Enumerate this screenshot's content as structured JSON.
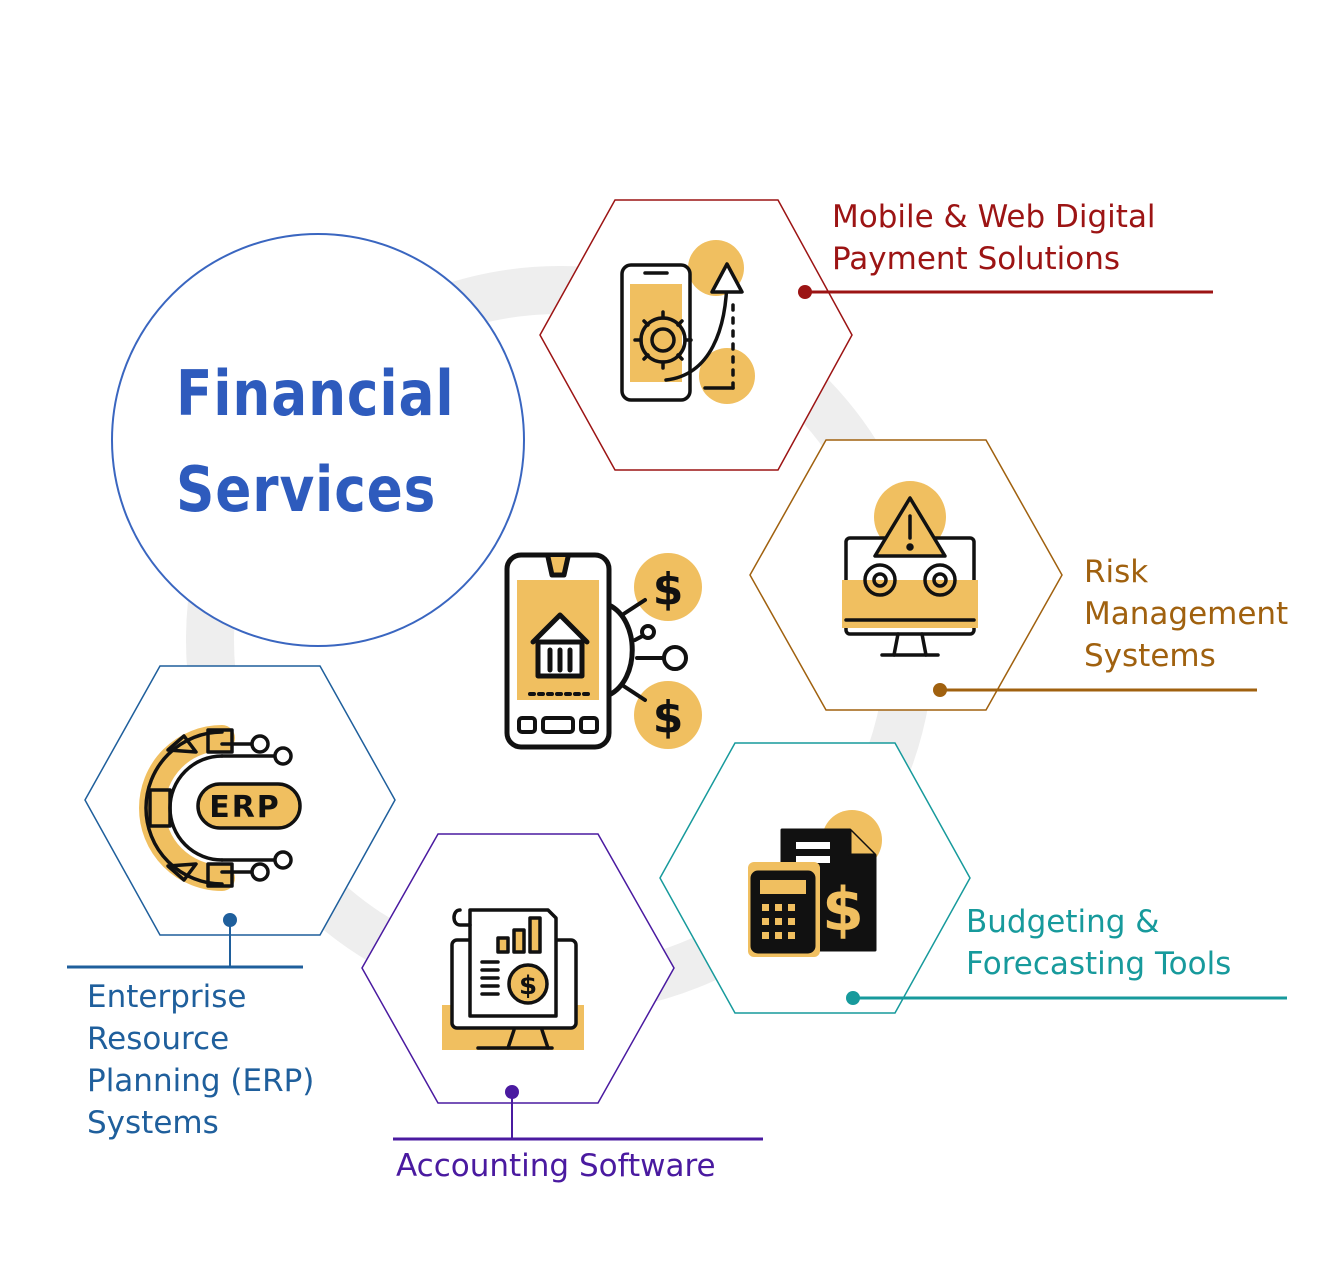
{
  "center": {
    "line1": "Financial",
    "line2": "Services"
  },
  "services": {
    "mobile": {
      "line1": "Mobile & Web Digital",
      "line2": "Payment Solutions",
      "icon": "mobile-payment-icon",
      "color": "#9c1414"
    },
    "risk": {
      "line1": "Risk",
      "line2": "Management",
      "line3": "Systems",
      "icon": "risk-monitor-icon",
      "color": "#a0610f"
    },
    "budget": {
      "line1": "Budgeting &",
      "line2": "Forecasting Tools",
      "icon": "calculator-invoice-icon",
      "color": "#179a9c"
    },
    "accounting": {
      "line1": "Accounting Software",
      "icon": "accounting-monitor-icon",
      "color": "#4a1aa0"
    },
    "erp": {
      "line1": "Enterprise",
      "line2": "Resource",
      "line3": "Planning (ERP)",
      "line4": "Systems",
      "icon": "erp-gear-icon",
      "icon_text": "ERP",
      "color": "#1f5f9c"
    },
    "central": {
      "icon": "mobile-banking-icon",
      "coin_symbol": "$"
    }
  },
  "colors": {
    "accent": "#f0bf60",
    "title": "#2e5bbd",
    "circle_stroke": "#3a66c0",
    "ring": "#eeeeee"
  }
}
